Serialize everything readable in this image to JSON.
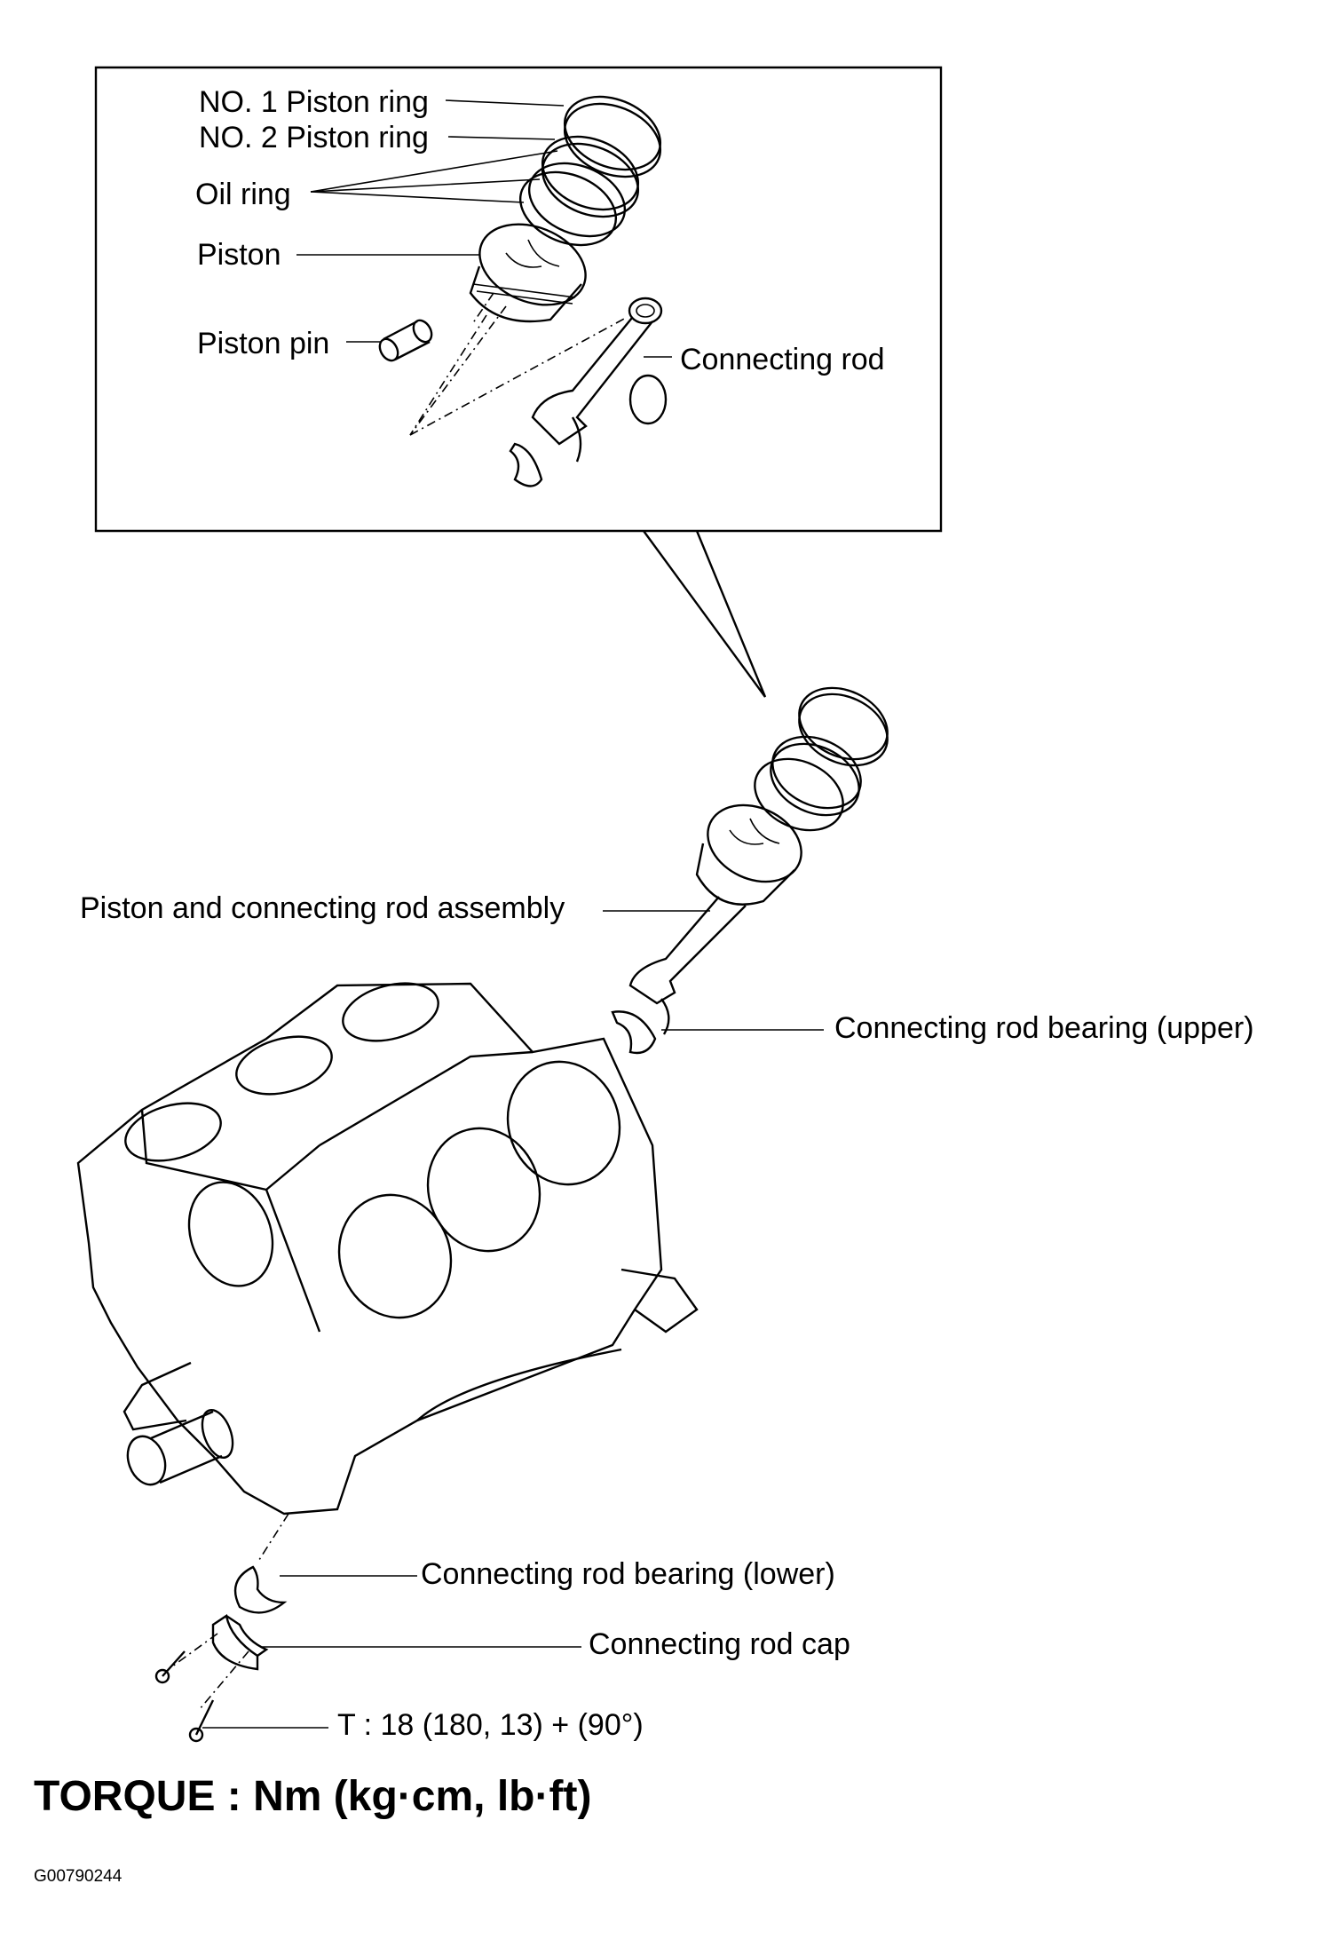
{
  "labels": {
    "no1_ring": "NO. 1 Piston ring",
    "no2_ring": "NO. 2 Piston ring",
    "oil_ring": "Oil ring",
    "piston": "Piston",
    "piston_pin": "Piston pin",
    "connecting_rod": "Connecting rod",
    "assembly": "Piston and connecting rod assembly",
    "bearing_upper": "Connecting rod bearing (upper)",
    "bearing_lower": "Connecting rod bearing (lower)",
    "rod_cap": "Connecting rod cap",
    "torque_value": "T : 18 (180, 13) + (90°)"
  },
  "footer": {
    "torque_units": "TORQUE : Nm (kg·cm, lb·ft)",
    "figure_id": "G00790244"
  }
}
